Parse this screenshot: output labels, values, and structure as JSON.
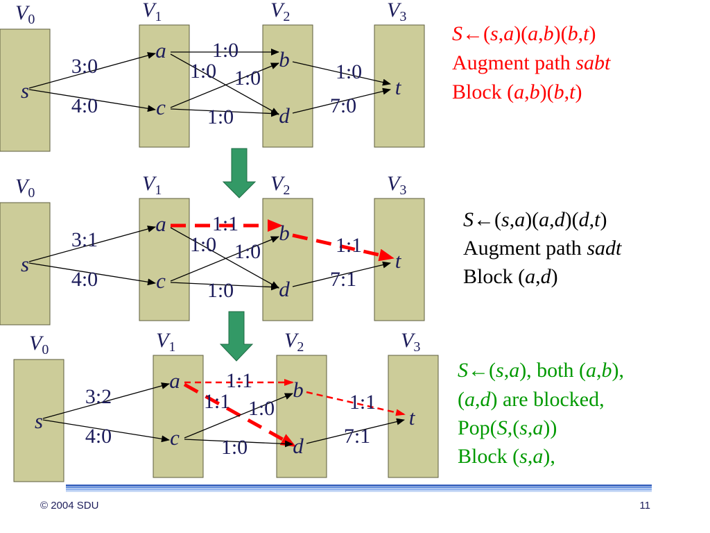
{
  "colors": {
    "layer_fill": "#cccc99",
    "layer_stroke": "#5c5c3d",
    "text": "#1c1c5a",
    "highlight": "#ff0000",
    "down_arrow": "#339966",
    "down_arrow_stroke": "#1f6b44"
  },
  "panels": [
    {
      "layers": [
        {
          "name": "V",
          "sub": "0"
        },
        {
          "name": "V",
          "sub": "1"
        },
        {
          "name": "V",
          "sub": "2"
        },
        {
          "name": "V",
          "sub": "3"
        }
      ],
      "nodes": {
        "s": "s",
        "a": "a",
        "c": "c",
        "b": "b",
        "d": "d",
        "t": "t"
      },
      "edges": {
        "sa": "3:0",
        "sc": "4:0",
        "ab": "1:0",
        "ad": "1:0",
        "cb": "1:0",
        "cd": "1:0",
        "bt": "1:0",
        "dt": "7:0"
      },
      "blocked_edges": {},
      "notes": [
        "S←(s,a)(a,b)(b,t)",
        "Augment path sabt",
        "Block (a,b)(b,t)"
      ],
      "notes_color": "#ff0000"
    },
    {
      "layers": [
        {
          "name": "V",
          "sub": "0"
        },
        {
          "name": "V",
          "sub": "1"
        },
        {
          "name": "V",
          "sub": "2"
        },
        {
          "name": "V",
          "sub": "3"
        }
      ],
      "nodes": {
        "s": "s",
        "a": "a",
        "c": "c",
        "b": "b",
        "d": "d",
        "t": "t"
      },
      "edges": {
        "sa": "3:1",
        "sc": "4:0",
        "ab": "1:1",
        "ad": "1:0",
        "cb": "1:0",
        "cd": "1:0",
        "bt": "1:1",
        "dt": "7:1"
      },
      "blocked_edges": {
        "ab": {
          "new": true
        },
        "bt": {
          "new": true
        }
      },
      "notes": [
        "S←(s,a)(a,d)(d,t)",
        "Augment path sadt",
        "Block (a,d)"
      ],
      "notes_color": "#000000"
    },
    {
      "layers": [
        {
          "name": "V",
          "sub": "0"
        },
        {
          "name": "V",
          "sub": "1"
        },
        {
          "name": "V",
          "sub": "2"
        },
        {
          "name": "V",
          "sub": "3"
        }
      ],
      "nodes": {
        "s": "s",
        "a": "a",
        "c": "c",
        "b": "b",
        "d": "d",
        "t": "t"
      },
      "edges": {
        "sa": "3:2",
        "sc": "4:0",
        "ab": "1:1",
        "ad": "1:1",
        "cb": "1:0",
        "cd": "1:0",
        "bt": "1:1",
        "dt": "7:1"
      },
      "blocked_edges": {
        "ab": {
          "new": false
        },
        "bt": {
          "new": false
        },
        "ad": {
          "new": true
        }
      },
      "notes": [
        "S←(s,a), both (a,b),",
        "(a,d) are blocked,",
        "Pop(S,(s,a))",
        "Block (s,a),"
      ],
      "notes_color": "#009900"
    }
  ],
  "footer": {
    "copyright": "© 2004 SDU",
    "page": "11"
  }
}
